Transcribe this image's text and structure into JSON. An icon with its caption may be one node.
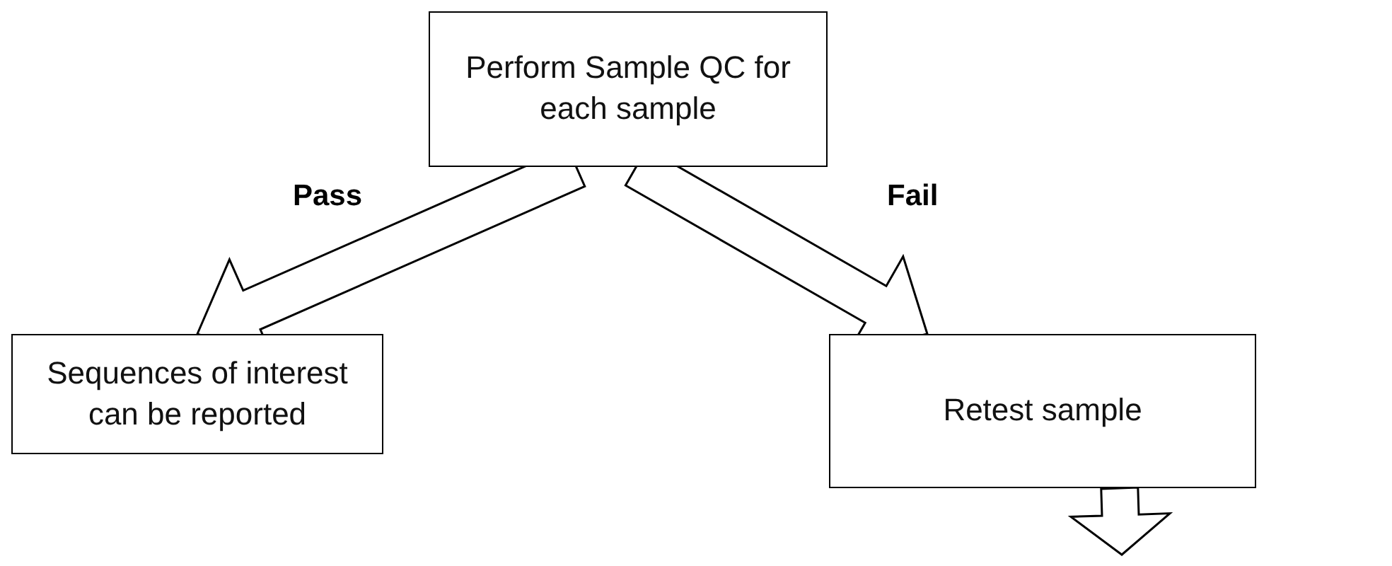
{
  "diagram": {
    "nodes": [
      {
        "text": [
          "Perform Sample QC for each sample"
        ]
      },
      {
        "text": [
          "Sequences of interest can be reported"
        ]
      },
      {
        "text": [
          "Retest sample"
        ]
      }
    ],
    "edges": [
      {
        "from": 0,
        "to": 1,
        "arrow": "to",
        "label": "Pass"
      },
      {
        "from": 0,
        "to": 2,
        "arrow": "to",
        "label": "Fail"
      },
      {
        "from": 2,
        "to": null,
        "arrow": "to"
      }
    ]
  }
}
